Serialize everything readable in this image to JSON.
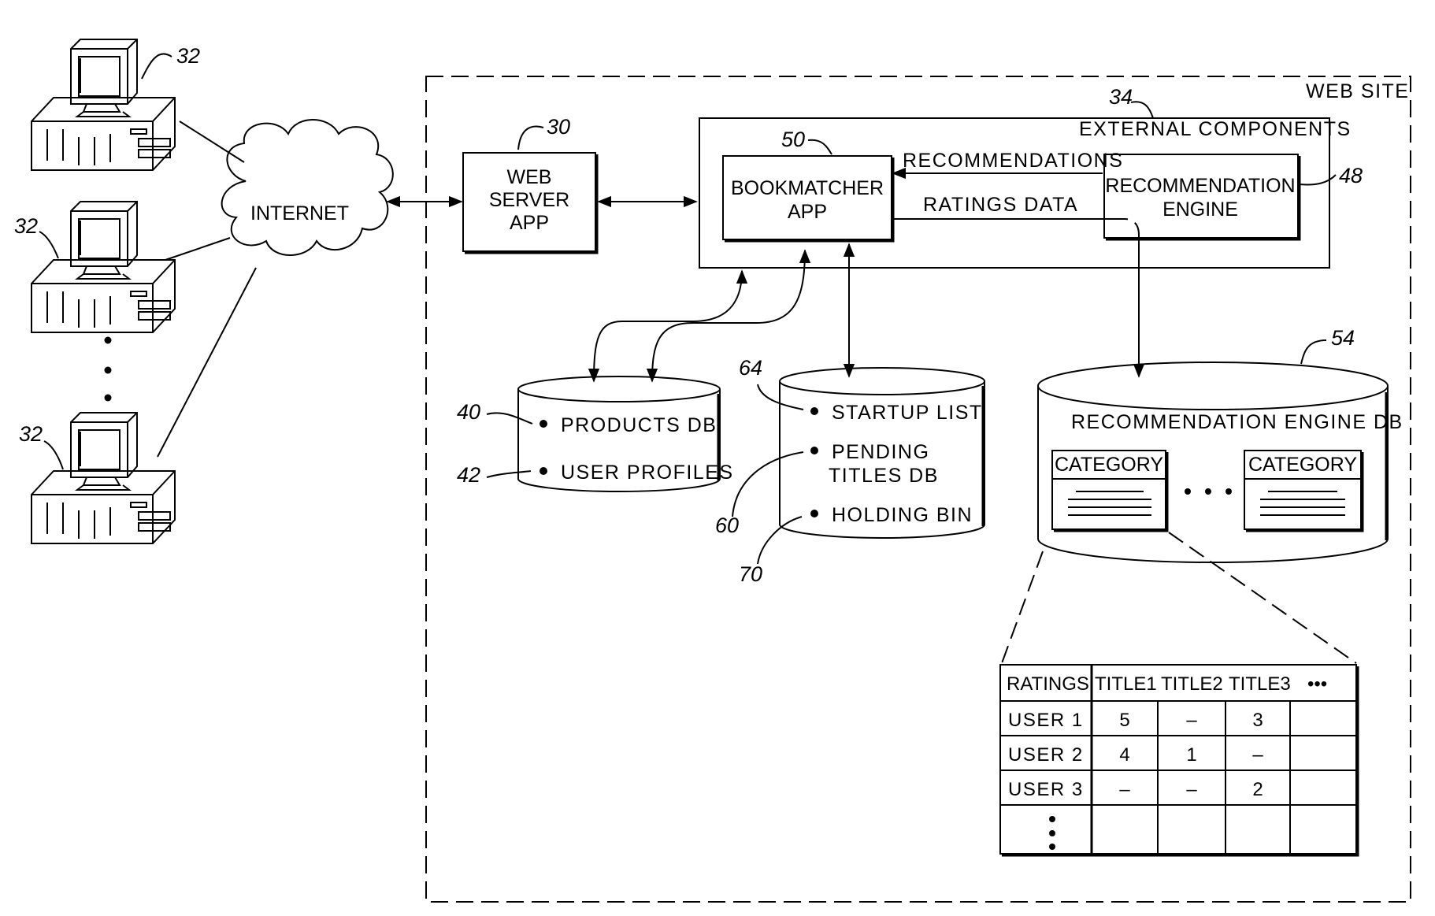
{
  "refs": {
    "computers": "32",
    "web_server": "30",
    "external": "34",
    "bookmatcher": "50",
    "rec_engine": "48",
    "rec_engine_db": "54",
    "products_db": "40",
    "user_profiles": "42",
    "startup_list": "64",
    "pending_titles": "60",
    "holding_bin": "70"
  },
  "labels": {
    "internet": "INTERNET",
    "web_site": "WEB SITE",
    "external_components": "EXTERNAL COMPONENTS",
    "web_server_app": [
      "WEB",
      "SERVER",
      "APP"
    ],
    "bookmatcher_app": [
      "BOOKMATCHER",
      "APP"
    ],
    "recommendation_engine": [
      "RECOMMENDATION",
      "ENGINE"
    ],
    "recommendations": "RECOMMENDATIONS",
    "ratings_data": "RATINGS DATA",
    "products_db": "PRODUCTS DB",
    "user_profiles": "USER PROFILES",
    "startup_list": "STARTUP LIST",
    "pending_titles_db": [
      "PENDING",
      "TITLES DB"
    ],
    "holding_bin": "HOLDING BIN",
    "recommendation_engine_db": "RECOMMENDATION ENGINE DB",
    "category": "CATEGORY"
  },
  "ratings_table": {
    "header": [
      "RATINGS",
      "TITLE1",
      "TITLE2",
      "TITLE3",
      "•••"
    ],
    "rows": [
      {
        "user": "USER 1",
        "values": [
          "5",
          "–",
          "3",
          ""
        ]
      },
      {
        "user": "USER 2",
        "values": [
          "4",
          "1",
          "–",
          ""
        ]
      },
      {
        "user": "USER 3",
        "values": [
          "–",
          "–",
          "2",
          ""
        ]
      }
    ]
  }
}
